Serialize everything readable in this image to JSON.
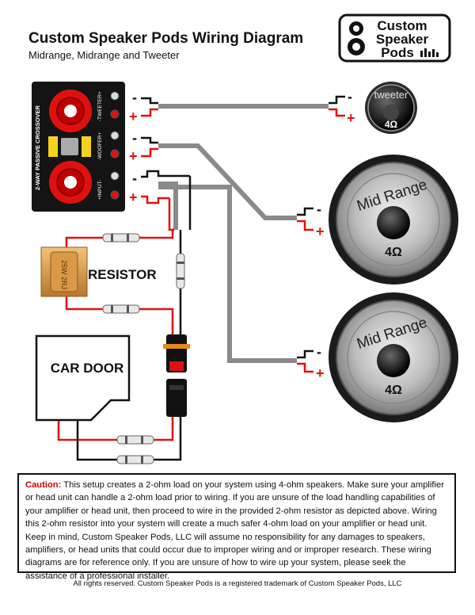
{
  "title": "Custom Speaker Pods Wiring Diagram",
  "subtitle": "Midrange, Midrange and Tweeter",
  "logo": {
    "line1": "Custom",
    "line2": "Speaker",
    "line3": "Pods"
  },
  "crossover": {
    "label": "2-WAY PASSIVE CROSSOVER",
    "terminals": {
      "tweeter": "-TWEETER+",
      "woofer": "-WOOFER+",
      "input": "+INPUT-"
    }
  },
  "tweeter": {
    "name": "tweeter",
    "impedance": "4Ω"
  },
  "midrange_1": {
    "name": "Mid Range",
    "impedance": "4Ω"
  },
  "midrange_2": {
    "name": "Mid Range",
    "impedance": "4Ω"
  },
  "resistor": {
    "label": "RESISTOR",
    "marking": "25W 2RJ"
  },
  "car_door": {
    "label": "CAR DOOR"
  },
  "polarity": {
    "neg": "-",
    "pos": "+"
  },
  "caution": {
    "label": "Caution:",
    "text": " This setup creates a 2-ohm load on your system using 4-ohm speakers.  Make sure your amplifier or head unit can handle a 2-ohm load prior to wiring.  If you are unsure of the load handling capabilities of your amplifier or head unit, then proceed to wire in the provided 2-ohm resistor as depicted above.  Wiring this 2-ohm resistor into your system will create a much safer 4-ohm load on your amplifier or head unit.  Keep in mind, Custom Speaker Pods, LLC will assume no responsibility for any damages to speakers, amplifiers, or head units that could occur due to improper wiring and or improper research.  These wiring diagrams are for reference only.  If you are unsure of how to wire up your system, please seek the assistance of a professional installer."
  },
  "footer": "All rights reserved. Custom Speaker Pods is a registered trademark of Custom Speaker Pods, LLC",
  "colors": {
    "positive_wire": "#e01010",
    "negative_wire": "#111111",
    "speaker_wire": "#8a8a8a",
    "crossover_body": "#141414"
  }
}
